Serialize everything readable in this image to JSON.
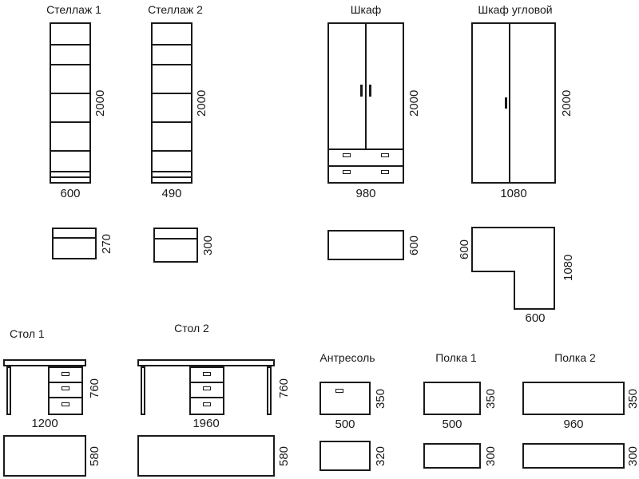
{
  "colors": {
    "background": "#ffffff",
    "line": "#1a1a1a"
  },
  "items": {
    "stellazh1": {
      "title": "Стеллаж 1",
      "front_height": "2000",
      "front_width": "600",
      "plan_depth": "270"
    },
    "stellazh2": {
      "title": "Стеллаж 2",
      "front_height": "2000",
      "front_width": "490",
      "plan_depth": "300"
    },
    "shkaf": {
      "title": "Шкаф",
      "front_height": "2000",
      "front_width": "980",
      "plan_depth": "600"
    },
    "shkaf_uglovoy": {
      "title": "Шкаф угловой",
      "front_height": "2000",
      "front_width": "1080",
      "plan_side_depth": "600",
      "plan_total_width": "1080",
      "plan_bottom_width": "600"
    },
    "stol1": {
      "title": "Стол 1",
      "front_height": "760",
      "front_width": "1200",
      "plan_depth": "580"
    },
    "stol2": {
      "title": "Стол 2",
      "front_height": "760",
      "front_width": "1960",
      "plan_depth": "580"
    },
    "antresol": {
      "title": "Антресоль",
      "front_height": "350",
      "front_width": "500",
      "plan_depth": "320"
    },
    "polka1": {
      "title": "Полка 1",
      "front_height": "350",
      "front_width": "500",
      "plan_depth": "300"
    },
    "polka2": {
      "title": "Полка 2",
      "front_height": "350",
      "front_width": "960",
      "plan_depth": "300"
    }
  }
}
